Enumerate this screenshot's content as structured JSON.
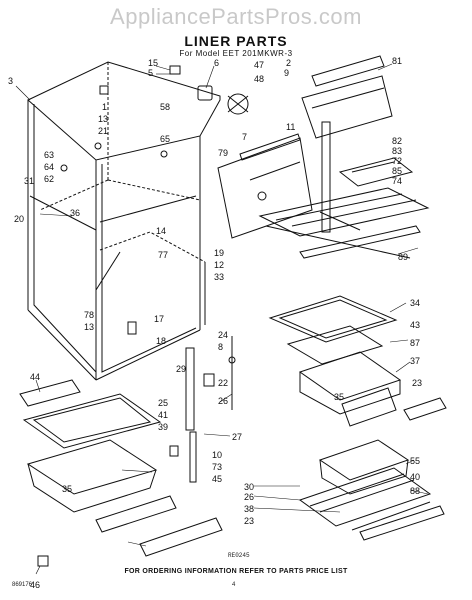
{
  "watermark": "AppliancePartsPros.com",
  "title": "LINER PARTS",
  "subtitle": "For Model EET 201MKWR-3",
  "figure_code": "RE0245",
  "footer": "FOR ORDERING INFORMATION REFER TO PARTS PRICE LIST",
  "doc_number": "869176",
  "page_number": "4",
  "callouts": [
    "15",
    "5",
    "6",
    "47",
    "48",
    "2",
    "9",
    "81",
    "3",
    "58",
    "1",
    "13",
    "21",
    "65",
    "63",
    "64",
    "62",
    "31",
    "20",
    "36",
    "79",
    "7",
    "11",
    "82",
    "83",
    "72",
    "85",
    "74",
    "14",
    "19",
    "12",
    "33",
    "89",
    "77",
    "78",
    "13",
    "17",
    "18",
    "34",
    "43",
    "87",
    "37",
    "24",
    "8",
    "35",
    "23",
    "44",
    "29",
    "25",
    "41",
    "39",
    "22",
    "26",
    "27",
    "10",
    "73",
    "45",
    "30",
    "26",
    "38",
    "23",
    "35",
    "55",
    "40",
    "88",
    "46"
  ]
}
